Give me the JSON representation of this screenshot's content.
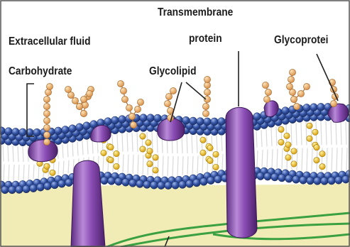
{
  "labels": {
    "extracellular_fluid": "Extracellular fluid",
    "carbohydrate": "Carbohydrate",
    "glycolipid": "Glycolipid",
    "transmembrane_line1": "Transmembrane",
    "transmembrane_line2": "protein",
    "glycoprotein": "Glycoprotei"
  },
  "colors": {
    "phospholipid_head": "#2f4f9e",
    "phospholipid_head_highlight": "#8fa8e0",
    "lipid_tail": "#e8e8e8",
    "cholesterol": "#f0c020",
    "sugar_chain": "#e8a860",
    "protein": "#7a3fa0",
    "protein_highlight": "#c79be0",
    "leader_line": "#222222",
    "cytoskeleton": "#3aa040",
    "cytoplasm": "#f3efb8"
  }
}
